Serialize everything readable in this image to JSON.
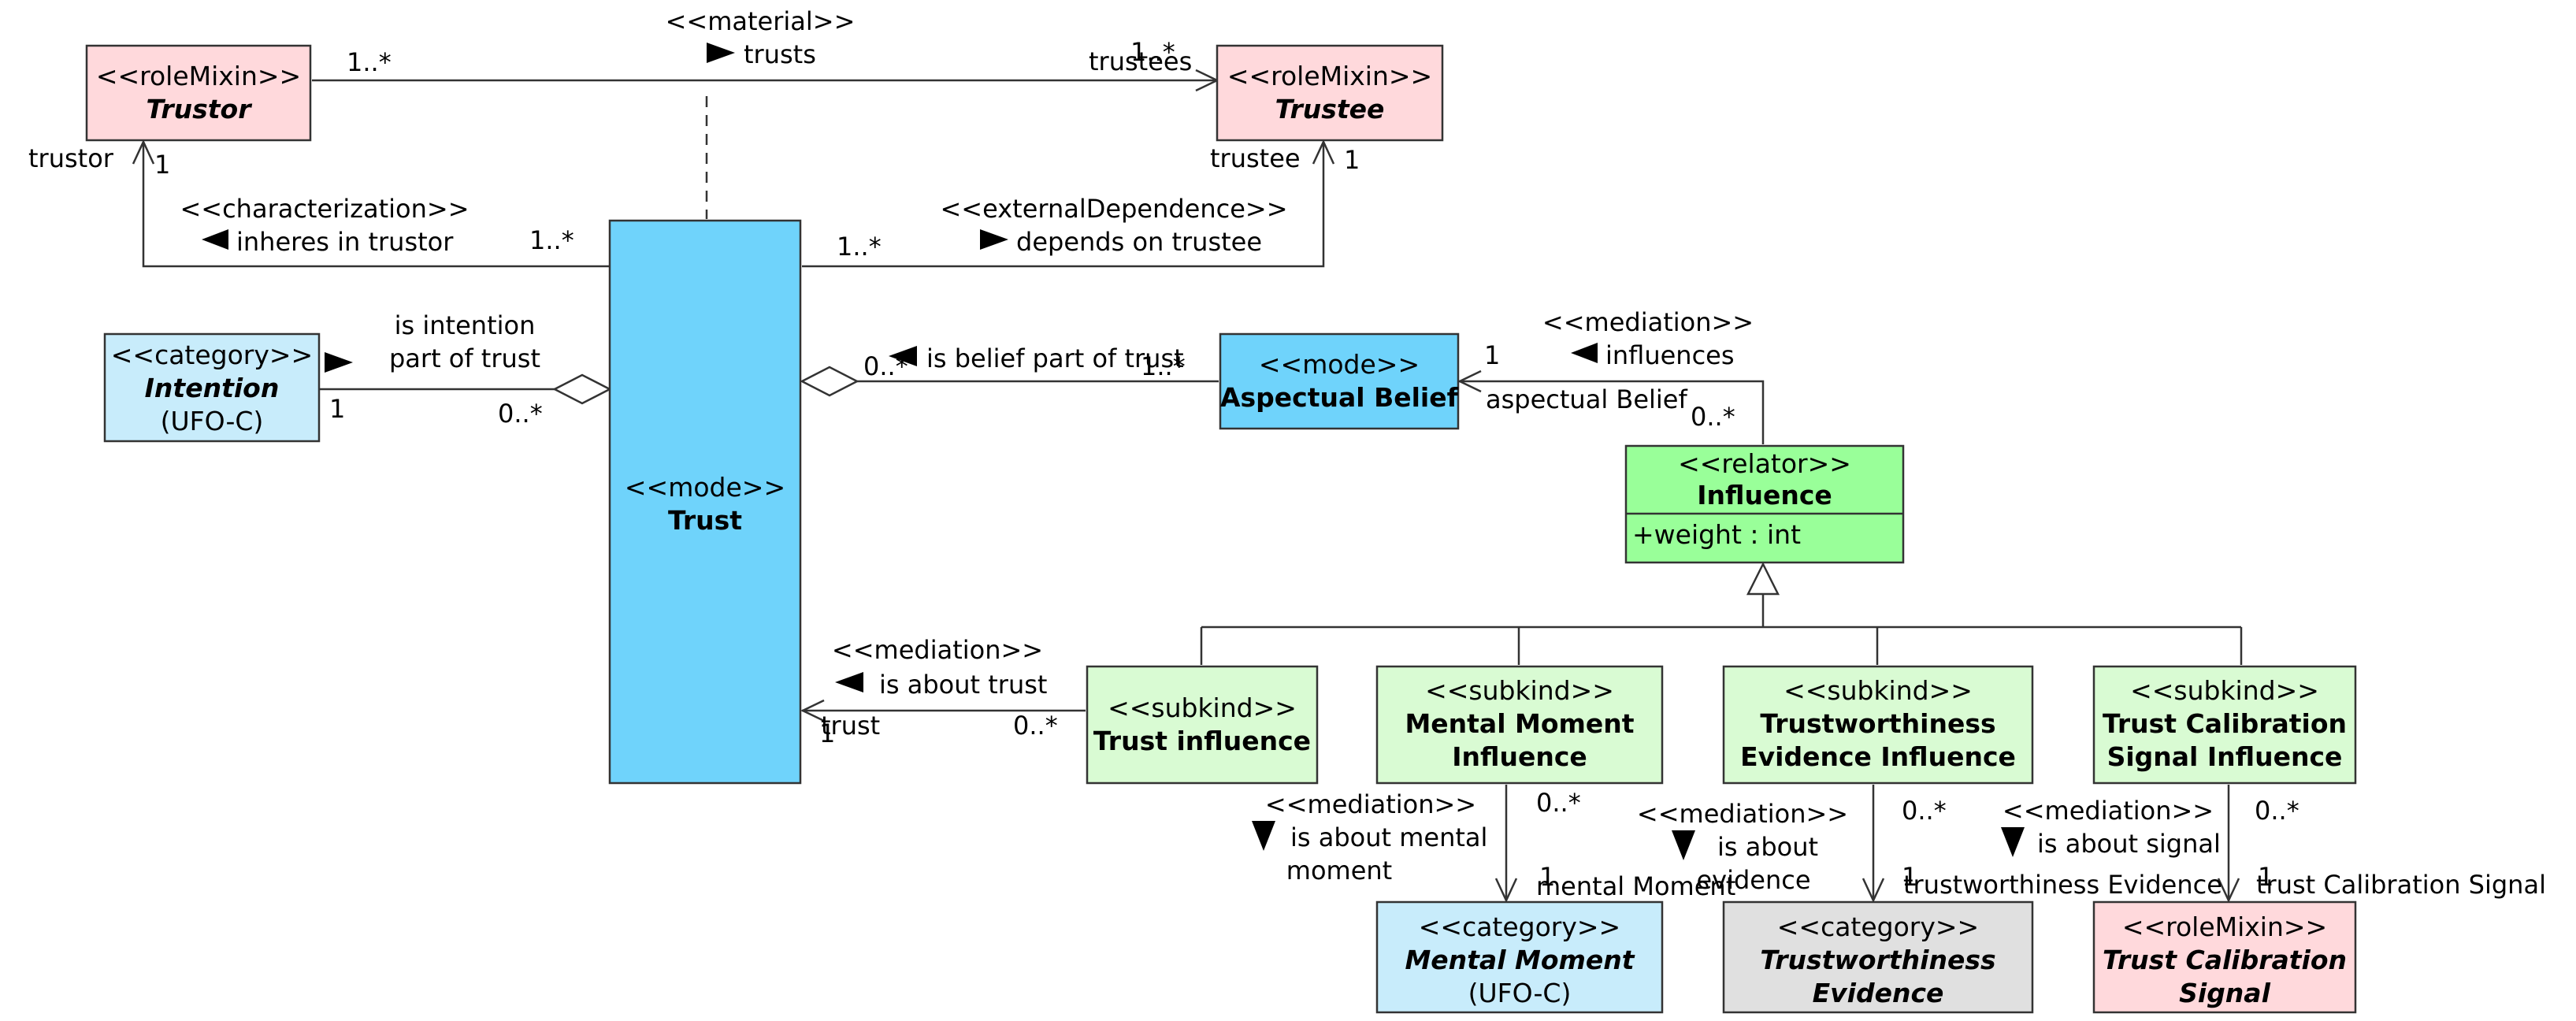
{
  "colors": {
    "roleMixin": "#ffd9dc",
    "mode": "#6fd3fb",
    "category": "#c8ecfb",
    "relator": "#99ff99",
    "subkind": "#d9fbd3",
    "grey": "#e0e0e0"
  },
  "classes": {
    "trustor": {
      "stereotype": "<<roleMixin>>",
      "name": "Trustor"
    },
    "trustee": {
      "stereotype": "<<roleMixin>>",
      "name": "Trustee"
    },
    "intention": {
      "stereotype": "<<category>>",
      "name": "Intention",
      "note": "(UFO-C)"
    },
    "trust": {
      "stereotype": "<<mode>>",
      "name": "Trust"
    },
    "aspectual_belief": {
      "stereotype": "<<mode>>",
      "name": "Aspectual Belief"
    },
    "influence": {
      "stereotype": "<<relator>>",
      "name": "Influence",
      "attribute": "+weight : int"
    },
    "trust_influence": {
      "stereotype": "<<subkind>>",
      "name": "Trust influence"
    },
    "mental_moment_influence": {
      "stereotype": "<<subkind>>",
      "name_lines": [
        "Mental Moment",
        "Influence"
      ]
    },
    "trustworthiness_evidence_influence": {
      "stereotype": "<<subkind>>",
      "name_lines": [
        "Trustworthiness",
        "Evidence Influence"
      ]
    },
    "trust_calibration_signal_influence": {
      "stereotype": "<<subkind>>",
      "name_lines": [
        "Trust Calibration",
        "Signal Influence"
      ]
    },
    "mental_moment": {
      "stereotype": "<<category>>",
      "name": "Mental Moment",
      "note": "(UFO-C)"
    },
    "trustworthiness_evidence": {
      "stereotype": "<<category>>",
      "name_lines": [
        "Trustworthiness",
        "Evidence"
      ]
    },
    "trust_calibration_signal": {
      "stereotype": "<<roleMixin>>",
      "name_lines": [
        "Trust Calibration",
        "Signal"
      ]
    }
  },
  "associations": {
    "trusts": {
      "stereotype": "<<material>>",
      "name": "trusts",
      "source_mult": "1..*",
      "target_mult": "1..*",
      "target_role": "trustees"
    },
    "inheres": {
      "stereotype": "<<characterization>>",
      "name": "inheres in trustor",
      "source_mult": "1..*",
      "role": "trustor",
      "role_mult": "1"
    },
    "depends": {
      "stereotype": "<<externalDependence>>",
      "name": "depends on trustee",
      "source_mult": "1..*",
      "role": "trustee",
      "role_mult": "1"
    },
    "intention_part": {
      "name_lines": [
        "is intention",
        "part of trust"
      ],
      "whole_mult": "0..*",
      "part_mult": "1"
    },
    "belief_part": {
      "name": "is belief part of trust",
      "whole_mult": "0..*",
      "part_mult": "1..*"
    },
    "influences": {
      "stereotype": "<<mediation>>",
      "name": "influences",
      "role": "aspectual Belief",
      "role_mult": "1",
      "source_mult": "0..*"
    },
    "about_trust": {
      "stereotype": "<<mediation>>",
      "name": "is about trust",
      "role": "trust",
      "role_mult": "1",
      "source_mult": "0..*"
    },
    "about_mental": {
      "stereotype": "<<mediation>>",
      "name_lines": [
        "is about mental",
        "moment"
      ],
      "role": "mental Moment",
      "role_mult": "1",
      "source_mult": "0..*"
    },
    "about_evidence": {
      "stereotype": "<<mediation>>",
      "name_lines": [
        "is about",
        "evidence"
      ],
      "role": "trustworthiness Evidence",
      "role_mult": "1",
      "source_mult": "0..*"
    },
    "about_signal": {
      "stereotype": "<<mediation>>",
      "name": "is about signal",
      "role": "trust Calibration Signal",
      "role_mult": "1",
      "source_mult": "0..*"
    }
  }
}
